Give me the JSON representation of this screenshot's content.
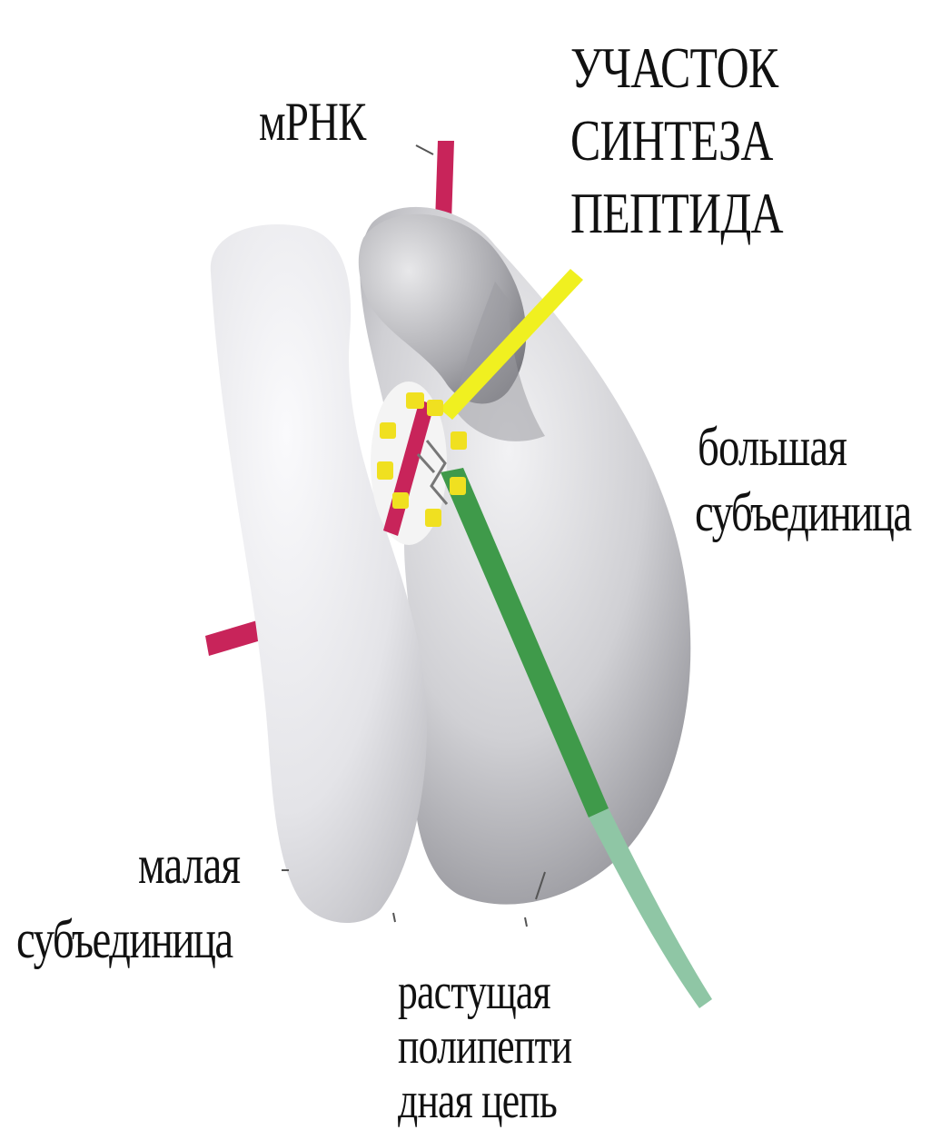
{
  "labels": {
    "mrna": "мРНК",
    "site_line1": "УЧАСТОК",
    "site_line2": "СИНТЕЗА",
    "site_line3": "ПЕПТИДА",
    "large_line1": "большая",
    "large_line2": "субъединица",
    "small_line1": "малая",
    "small_line2": "субъединица",
    "chain_line1": "растущая",
    "chain_line2": "полипепти",
    "chain_line3": "дная цепь"
  },
  "colors": {
    "mrna": "#c8245a",
    "peptide_site": "#f0f020",
    "polypeptide": "#3f9a4a",
    "polypeptide_tail": "#8fc6a5",
    "subunit_small": "#e6e6ea",
    "subunit_large": "#c9c9cd"
  }
}
